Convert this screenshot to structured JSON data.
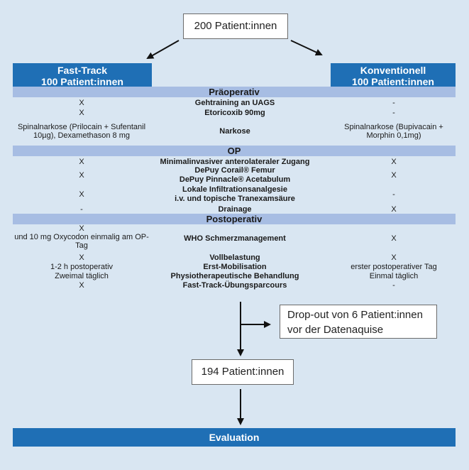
{
  "top_box": "200 Patient:innen",
  "left_header": {
    "line1": "Fast-Track",
    "line2": "100 Patient:innen"
  },
  "right_header": {
    "line1": "Konventionell",
    "line2": "100 Patient:innen"
  },
  "sections": {
    "praeoperativ": "Präoperativ",
    "op": "OP",
    "postoperativ": "Postoperativ"
  },
  "rows": {
    "gehtraining": {
      "left": "X",
      "label": "Gehtraining an UAGS",
      "right": "-"
    },
    "etoricoxib": {
      "left": "X",
      "label": "Etoricoxib 90mg",
      "right": "-"
    },
    "narkose": {
      "left": "Spinalnarkose (Prilocain + Sufentanil 10µg), Dexamethason 8 mg",
      "label": "Narkose",
      "right": "Spinalnarkose (Bupivacain + Morphin 0,1mg)"
    },
    "zugang": {
      "left": "X",
      "label": "Minimalinvasiver anterolateraler Zugang",
      "right": "X"
    },
    "implantat": {
      "left": "X",
      "label1": "DePuy Corail® Femur",
      "label2": "DePuy Pinnacle® Acetabulum",
      "right": "X"
    },
    "infiltration": {
      "left": "X",
      "label1": "Lokale Infiltrationsanalgesie",
      "label2": "i.v. und topische Tranexamsäure",
      "right": "-"
    },
    "drainage": {
      "left": "-",
      "label": "Drainage",
      "right": "X"
    },
    "schmerz": {
      "left1": "X",
      "left2": "und 10 mg Oxycodon einmalig am OP-Tag",
      "label": "WHO Schmerzmanagement",
      "right": "X"
    },
    "vollbelastung": {
      "left": "X",
      "label": "Vollbelastung",
      "right": "X"
    },
    "mobilisation": {
      "left": "1-2 h postoperativ",
      "label": "Erst-Mobilisation",
      "right": "erster postoperativer Tag"
    },
    "physio": {
      "left": "Zweimal täglich",
      "label": "Physiotherapeutische Behandlung",
      "right": "Einmal täglich"
    },
    "parcours": {
      "left": "X",
      "label": "Fast-Track-Übungsparcours",
      "right": "-"
    }
  },
  "dropout_box": {
    "line1": "Drop-out von 6 Patient:innen",
    "line2": "vor der Datenaquise"
  },
  "after_box": "194 Patient:innen",
  "evaluation": "Evaluation",
  "colors": {
    "header_blue": "#1f6fb5",
    "band_blue": "#a7bde3",
    "background": "#d9e6f2"
  }
}
